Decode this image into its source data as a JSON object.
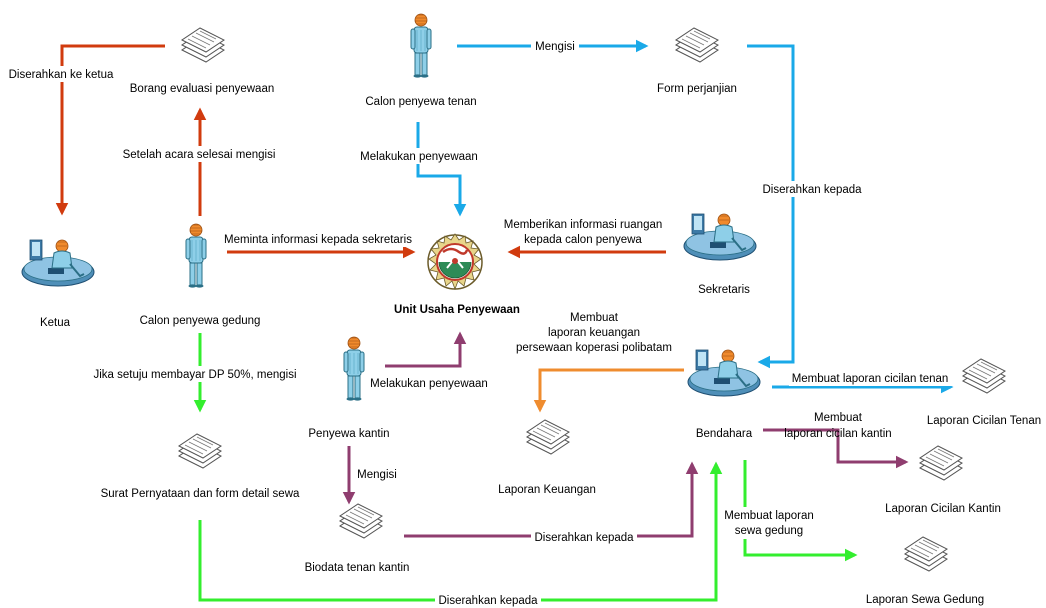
{
  "colors": {
    "red": "#d13b0e",
    "blue": "#1aa9e8",
    "green": "#33ee2e",
    "purple": "#8f3d6f",
    "orange": "#ef8c2f",
    "person_fill": "#8ecfe8",
    "person_stroke": "#2b6f86",
    "head": "#f08a2c",
    "desk_fill": "#4f8fb8",
    "doc_stroke": "#555555"
  },
  "nodes": {
    "borang": "Borang evaluasi penyewaan",
    "calon_tenan": "Calon penyewa tenan",
    "form_perjanjian": "Form perjanjian",
    "ketua": "Ketua",
    "calon_gedung": "Calon penyewa gedung",
    "unit": "Unit Usaha Penyewaan",
    "sekretaris": "Sekretaris",
    "surat": "Surat Pernyataan dan form detail sewa",
    "penyewa_kantin": "Penyewa kantin",
    "laporan_keuangan": "Laporan Keuangan",
    "bendahara": "Bendahara",
    "laporan_tenan": "Laporan Cicilan Tenan",
    "laporan_kantin": "Laporan Cicilan Kantin",
    "biodata": "Biodata tenan kantin",
    "laporan_gedung": "Laporan Sewa Gedung"
  },
  "edges": {
    "diserahkan_ketua": "Diserahkan ke ketua",
    "setelah_acara": "Setelah acara selesai mengisi",
    "mengisi_top": "Mengisi",
    "melakukan_top": "Melakukan penyewaan",
    "diserahkan_kepada_right": "Diserahkan kepada",
    "meminta_info": "Meminta informasi kepada sekretaris",
    "memberikan_info_1": "Memberikan informasi ruangan",
    "memberikan_info_2": "kepada calon penyewa",
    "membuat_lk_1": "Membuat",
    "membuat_lk_2": "laporan keuangan",
    "membuat_lk_3": "persewaan koperasi polibatam",
    "jika_setuju": "Jika setuju membayar DP 50%, mengisi",
    "melakukan_kantin": "Melakukan penyewaan",
    "mengisi_kantin": "Mengisi",
    "lap_tenan": "Membuat laporan cicilan tenan",
    "lap_kantin_1": "Membuat",
    "lap_kantin_2": "laporan cicilan kantin",
    "lap_gedung_1": "Membuat laporan",
    "lap_gedung_2": "sewa gedung",
    "diserahkan_biodata": "Diserahkan kepada",
    "diserahkan_surat": "Diserahkan kepada"
  }
}
